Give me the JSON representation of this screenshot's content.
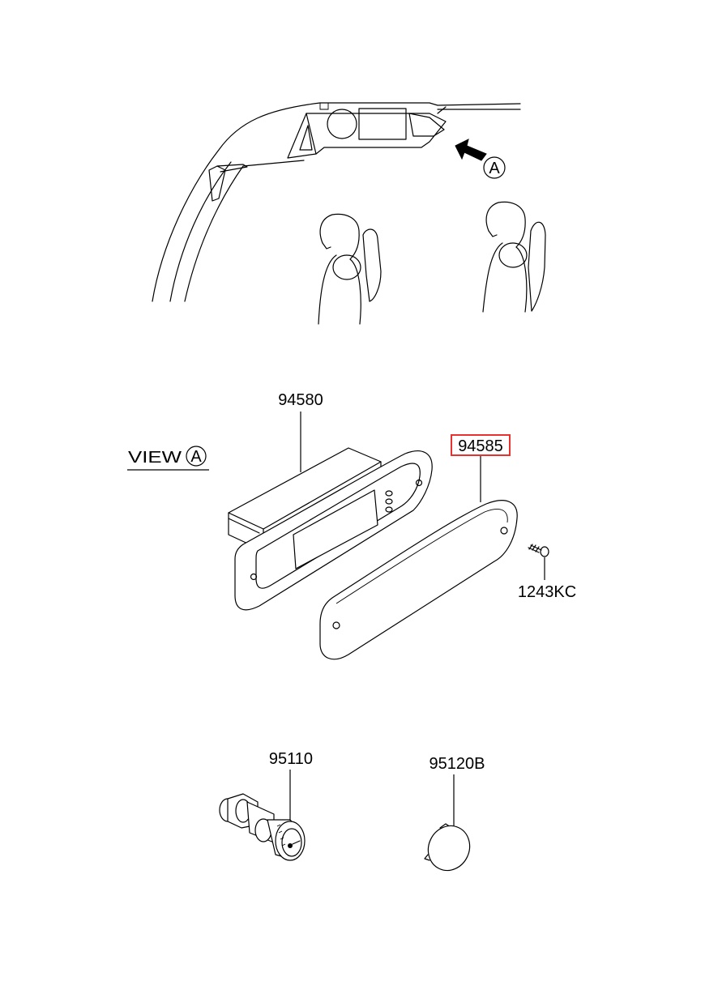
{
  "view_marker": "A",
  "view_label": "VIEW",
  "parts": {
    "p94580": "94580",
    "p94585": "94585",
    "p1243KC": "1243KC",
    "p95110": "95110",
    "p95120B": "95120B"
  },
  "highlight_color": "#e8322f"
}
